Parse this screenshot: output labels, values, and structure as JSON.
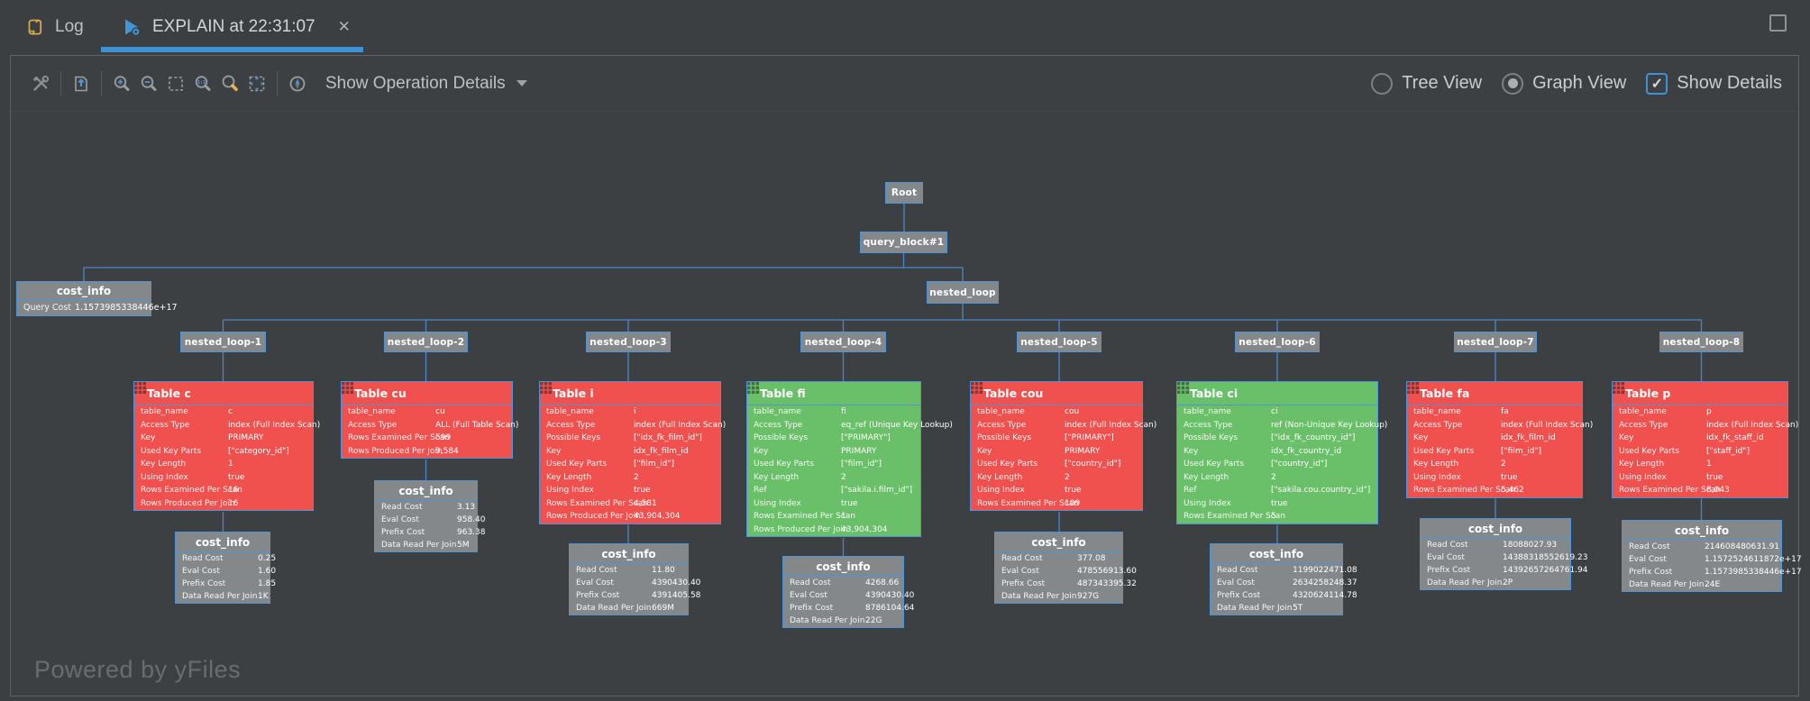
{
  "tabbar": {
    "tabs": [
      {
        "id": "log",
        "label": "Log",
        "icon": "log-icon",
        "active": false
      },
      {
        "id": "explain",
        "label": "EXPLAIN at 22:31:07",
        "icon": "explain-icon",
        "active": true,
        "close_icon": "close-icon"
      }
    ],
    "window_icon": "float-window-icon"
  },
  "toolbar": {
    "icons": [
      "tools-icon",
      "separator",
      "export-image-icon",
      "separator",
      "zoom-in-icon",
      "zoom-out-icon",
      "marquee-zoom-icon",
      "actual-size-icon",
      "search-icon",
      "fit-content-icon",
      "separator",
      "overview-icon"
    ],
    "dropdown_label": "Show Operation Details",
    "dropdown_icon": "chevron-down-icon",
    "tree_view_label": "Tree View",
    "tree_view_selected": false,
    "graph_view_label": "Graph View",
    "graph_view_selected": true,
    "show_details_label": "Show Details",
    "show_details_checked": true
  },
  "colors": {
    "accent_blue": "#3f92d4",
    "node_border_blue": "#4f94d6",
    "edge_blue": "#4a87c8",
    "node_gray": "#85888b",
    "table_red": "#f0504e",
    "table_green": "#6abf69"
  },
  "graph": {
    "root_label": "Root",
    "query_block_label": "query_block#1",
    "nested_loop_label": "nested_loop",
    "query_cost_box": {
      "title": "cost_info",
      "rows": [
        {
          "label": "Query Cost",
          "value": "1.1573985338446e+17"
        }
      ]
    },
    "branches": [
      {
        "loop_label": "nested_loop-1",
        "table": {
          "title": "Table c",
          "color": "red",
          "icon": "table-icon",
          "rows": [
            {
              "label": "table_name",
              "value": "c"
            },
            {
              "label": "Access Type",
              "value": "index (Full Index Scan)"
            },
            {
              "label": "Key",
              "value": "PRIMARY"
            },
            {
              "label": "Used Key Parts",
              "value": "[\"category_id\"]"
            },
            {
              "label": "Key Length",
              "value": "1"
            },
            {
              "label": "Using Index",
              "value": "true"
            },
            {
              "label": "Rows Examined Per Scan",
              "value": "16"
            },
            {
              "label": "Rows Produced Per Join",
              "value": "16"
            }
          ]
        },
        "cost_info": {
          "title": "cost_info",
          "rows": [
            {
              "label": "Read Cost",
              "value": "0.25"
            },
            {
              "label": "Eval Cost",
              "value": "1.60"
            },
            {
              "label": "Prefix Cost",
              "value": "1.85"
            },
            {
              "label": "Data Read Per Join",
              "value": "1K"
            }
          ]
        }
      },
      {
        "loop_label": "nested_loop-2",
        "table": {
          "title": "Table cu",
          "color": "red",
          "icon": "table-icon",
          "rows": [
            {
              "label": "table_name",
              "value": "cu"
            },
            {
              "label": "Access Type",
              "value": "ALL (Full Table Scan)"
            },
            {
              "label": "Rows Examined Per Scan",
              "value": "599"
            },
            {
              "label": "Rows Produced Per Join",
              "value": "9,584"
            }
          ]
        },
        "cost_info": {
          "title": "cost_info",
          "rows": [
            {
              "label": "Read Cost",
              "value": "3.13"
            },
            {
              "label": "Eval Cost",
              "value": "958.40"
            },
            {
              "label": "Prefix Cost",
              "value": "963.38"
            },
            {
              "label": "Data Read Per Join",
              "value": "5M"
            }
          ]
        }
      },
      {
        "loop_label": "nested_loop-3",
        "table": {
          "title": "Table i",
          "color": "red",
          "icon": "table-icon",
          "rows": [
            {
              "label": "table_name",
              "value": "i"
            },
            {
              "label": "Access Type",
              "value": "index (Full Index Scan)"
            },
            {
              "label": "Possible Keys",
              "value": "[\"idx_fk_film_id\"]"
            },
            {
              "label": "Key",
              "value": "idx_fk_film_id"
            },
            {
              "label": "Used Key Parts",
              "value": "[\"film_id\"]"
            },
            {
              "label": "Key Length",
              "value": "2"
            },
            {
              "label": "Using Index",
              "value": "true"
            },
            {
              "label": "Rows Examined Per Scan",
              "value": "4,581"
            },
            {
              "label": "Rows Produced Per Join",
              "value": "43,904,304"
            }
          ]
        },
        "cost_info": {
          "title": "cost_info",
          "rows": [
            {
              "label": "Read Cost",
              "value": "11.80"
            },
            {
              "label": "Eval Cost",
              "value": "4390430.40"
            },
            {
              "label": "Prefix Cost",
              "value": "4391405.58"
            },
            {
              "label": "Data Read Per Join",
              "value": "669M"
            }
          ]
        }
      },
      {
        "loop_label": "nested_loop-4",
        "table": {
          "title": "Table fi",
          "color": "green",
          "icon": "table-icon",
          "rows": [
            {
              "label": "table_name",
              "value": "fi"
            },
            {
              "label": "Access Type",
              "value": "eq_ref (Unique Key Lookup)"
            },
            {
              "label": "Possible Keys",
              "value": "[\"PRIMARY\"]"
            },
            {
              "label": "Key",
              "value": "PRIMARY"
            },
            {
              "label": "Used Key Parts",
              "value": "[\"film_id\"]"
            },
            {
              "label": "Key Length",
              "value": "2"
            },
            {
              "label": "Ref",
              "value": "[\"sakila.i.film_id\"]"
            },
            {
              "label": "Using Index",
              "value": "true"
            },
            {
              "label": "Rows Examined Per Scan",
              "value": "1"
            },
            {
              "label": "Rows Produced Per Join",
              "value": "43,904,304"
            }
          ]
        },
        "cost_info": {
          "title": "cost_info",
          "rows": [
            {
              "label": "Read Cost",
              "value": "4268.66"
            },
            {
              "label": "Eval Cost",
              "value": "4390430.40"
            },
            {
              "label": "Prefix Cost",
              "value": "8786104.64"
            },
            {
              "label": "Data Read Per Join",
              "value": "22G"
            }
          ]
        }
      },
      {
        "loop_label": "nested_loop-5",
        "table": {
          "title": "Table cou",
          "color": "red",
          "icon": "table-icon",
          "rows": [
            {
              "label": "table_name",
              "value": "cou"
            },
            {
              "label": "Access Type",
              "value": "index (Full Index Scan)"
            },
            {
              "label": "Possible Keys",
              "value": "[\"PRIMARY\"]"
            },
            {
              "label": "Key",
              "value": "PRIMARY"
            },
            {
              "label": "Used Key Parts",
              "value": "[\"country_id\"]"
            },
            {
              "label": "Key Length",
              "value": "2"
            },
            {
              "label": "Using Index",
              "value": "true"
            },
            {
              "label": "Rows Examined Per Scan",
              "value": "109"
            }
          ]
        },
        "cost_info": {
          "title": "cost_info",
          "rows": [
            {
              "label": "Read Cost",
              "value": "377.08"
            },
            {
              "label": "Eval Cost",
              "value": "478556913.60"
            },
            {
              "label": "Prefix Cost",
              "value": "487343395.32"
            },
            {
              "label": "Data Read Per Join",
              "value": "927G"
            }
          ]
        }
      },
      {
        "loop_label": "nested_loop-6",
        "table": {
          "title": "Table ci",
          "color": "green",
          "icon": "table-icon",
          "rows": [
            {
              "label": "table_name",
              "value": "ci"
            },
            {
              "label": "Access Type",
              "value": "ref (Non-Unique Key Lookup)"
            },
            {
              "label": "Possible Keys",
              "value": "[\"idx_fk_country_id\"]"
            },
            {
              "label": "Key",
              "value": "idx_fk_country_id"
            },
            {
              "label": "Used Key Parts",
              "value": "[\"country_id\"]"
            },
            {
              "label": "Key Length",
              "value": "2"
            },
            {
              "label": "Ref",
              "value": "[\"sakila.cou.country_id\"]"
            },
            {
              "label": "Using Index",
              "value": "true"
            },
            {
              "label": "Rows Examined Per Scan",
              "value": "5"
            }
          ]
        },
        "cost_info": {
          "title": "cost_info",
          "rows": [
            {
              "label": "Read Cost",
              "value": "1199022471.08"
            },
            {
              "label": "Eval Cost",
              "value": "2634258248.37"
            },
            {
              "label": "Prefix Cost",
              "value": "4320624114.78"
            },
            {
              "label": "Data Read Per Join",
              "value": "5T"
            }
          ]
        }
      },
      {
        "loop_label": "nested_loop-7",
        "table": {
          "title": "Table fa",
          "color": "red",
          "icon": "table-icon",
          "rows": [
            {
              "label": "table_name",
              "value": "fa"
            },
            {
              "label": "Access Type",
              "value": "index (Full Index Scan)"
            },
            {
              "label": "Key",
              "value": "idx_fk_film_id"
            },
            {
              "label": "Used Key Parts",
              "value": "[\"film_id\"]"
            },
            {
              "label": "Key Length",
              "value": "2"
            },
            {
              "label": "Using Index",
              "value": "true"
            },
            {
              "label": "Rows Examined Per Scan",
              "value": "5,462"
            }
          ]
        },
        "cost_info": {
          "title": "cost_info",
          "rows": [
            {
              "label": "Read Cost",
              "value": "18088027.93"
            },
            {
              "label": "Eval Cost",
              "value": "14388318552619.23"
            },
            {
              "label": "Prefix Cost",
              "value": "14392657264761.94"
            },
            {
              "label": "Data Read Per Join",
              "value": "2P"
            }
          ]
        }
      },
      {
        "loop_label": "nested_loop-8",
        "table": {
          "title": "Table p",
          "color": "red",
          "icon": "table-icon",
          "rows": [
            {
              "label": "table_name",
              "value": "p"
            },
            {
              "label": "Access Type",
              "value": "index (Full Index Scan)"
            },
            {
              "label": "Key",
              "value": "idx_fk_staff_id"
            },
            {
              "label": "Used Key Parts",
              "value": "[\"staff_id\"]"
            },
            {
              "label": "Key Length",
              "value": "1"
            },
            {
              "label": "Using Index",
              "value": "true"
            },
            {
              "label": "Rows Examined Per Scan",
              "value": "8,043"
            }
          ]
        },
        "cost_info": {
          "title": "cost_info",
          "rows": [
            {
              "label": "Read Cost",
              "value": "214608480631.91"
            },
            {
              "label": "Eval Cost",
              "value": "1.1572524611872e+17"
            },
            {
              "label": "Prefix Cost",
              "value": "1.1573985338446e+17"
            },
            {
              "label": "Data Read Per Join",
              "value": "24E"
            }
          ]
        }
      }
    ]
  },
  "watermark": "Powered by yFiles"
}
